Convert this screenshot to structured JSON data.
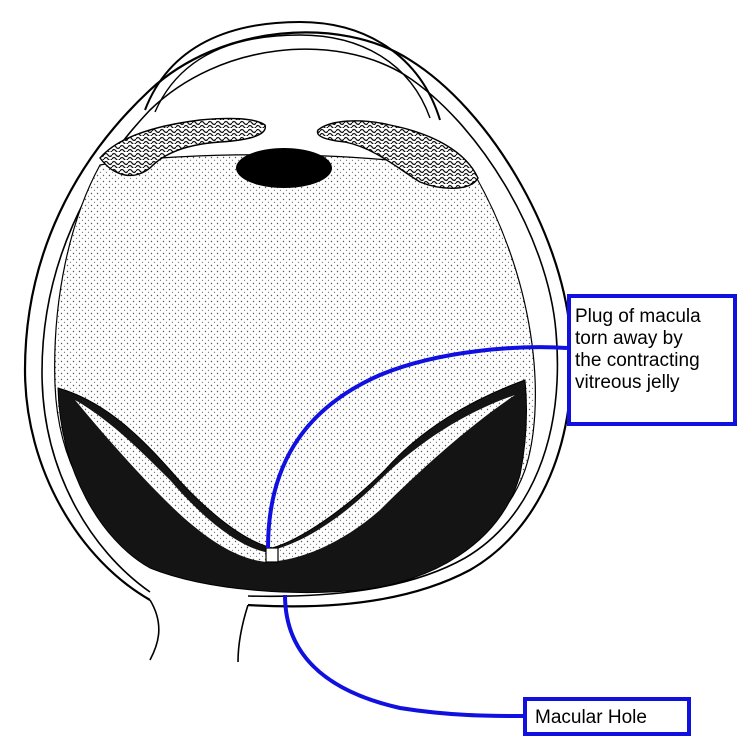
{
  "labels": {
    "plug_lines": [
      "Plug of macula",
      "torn away by",
      "the contracting",
      "vitreous jelly"
    ],
    "macular_hole": "Macular Hole"
  },
  "colors": {
    "callout": "#1010e0",
    "ink": "#000000",
    "vitreous_fill": "#f4f4f4"
  }
}
